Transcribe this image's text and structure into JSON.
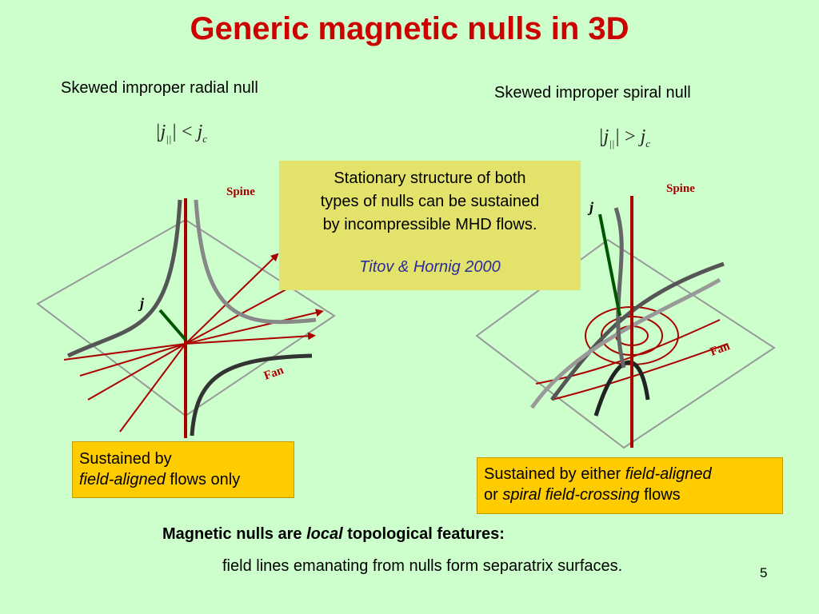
{
  "slide": {
    "title": "Generic magnetic nulls in 3D",
    "page_number": "5",
    "background_color": "#ccffcc",
    "title_color": "#cc0000"
  },
  "left_panel": {
    "heading": "Skewed improper radial null",
    "formula": {
      "lhs": "|j",
      "sub": "||",
      "bar": "|",
      "op": "<",
      "rhs": "j",
      "rhs_sub": "c"
    },
    "figure_labels": {
      "spine": "Spine",
      "fan": "Fan",
      "current": "j"
    },
    "note_line1": "Sustained by",
    "note_em": "field-aligned",
    "note_line2_rest": " flows only"
  },
  "right_panel": {
    "heading": "Skewed improper spiral null",
    "formula": {
      "lhs": "|j",
      "sub": "||",
      "bar": "|",
      "op": ">",
      "rhs": "j",
      "rhs_sub": "c"
    },
    "figure_labels": {
      "spine": "Spine",
      "fan": "Fan",
      "current": "j"
    },
    "note_prefix": "Sustained by either ",
    "note_em1": "field-aligned",
    "note_or": "or ",
    "note_em2": "spiral field-crossing",
    "note_suffix": " flows"
  },
  "info_box": {
    "line1": "Stationary structure of both",
    "line2": "types of nulls can be sustained",
    "line3": "by incompressible MHD flows.",
    "citation": "Titov & Hornig 2000",
    "background": "#e3e36b"
  },
  "conclusion": {
    "heading_prefix": "Magnetic nulls are ",
    "heading_em": "local",
    "heading_suffix": " topological features:",
    "text": "field lines emanating from nulls form separatrix surfaces."
  }
}
